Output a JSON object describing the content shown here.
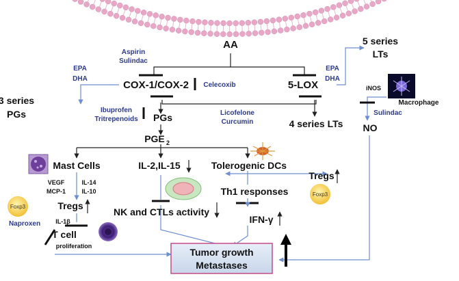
{
  "colors": {
    "arrow_blue": "#6d8fcf",
    "drug_text": "#2b3a8f",
    "membrane_pink": "#e9a7c7",
    "box_fill": "#d8e3f0",
    "box_border": "#c64a8a"
  },
  "labels": {
    "aa": "AA",
    "five_series_lts_line1": "5 series",
    "five_series_lts_line2": "LTs",
    "cox": "COX-1/COX-2",
    "lox": "5-LOX",
    "three_series_pgs_line1": "3 series",
    "three_series_pgs_line2": "PGs",
    "pgs": "PGs",
    "four_series_lts": "4 series LTs",
    "pge2_main": "PGE",
    "pge2_sub": "2",
    "no": "NO",
    "inos": "iNOS",
    "macrophage": "Macrophage",
    "mast_cells": "Mast Cells",
    "il2_il15": "IL-2,IL-15",
    "tolerogenic_dcs": "Tolerogenic DCs",
    "vegf": "VEGF",
    "mcp1": "MCP-1",
    "il14": "IL-14",
    "il10": "IL-10",
    "tregs_left": "Tregs",
    "tregs_right": "Tregs",
    "foxp3_left": "Foxp3",
    "foxp3_right": "Foxp3",
    "th1": "Th1 responses",
    "nk_ctls": "NK and CTLs activity",
    "ifn": "IFN-γ",
    "il1b": "IL-1β",
    "t_cell": "T cell",
    "proliferation": "proliferation",
    "tumor_line1": "Tumor growth",
    "tumor_line2": "Metastases"
  },
  "drugs": {
    "aspirin": "Aspirin",
    "sulindac_top": "Sulindac",
    "epa_left": "EPA",
    "dha_left": "DHA",
    "celecoxib": "Celecoxib",
    "epa_right": "EPA",
    "dha_right": "DHA",
    "ibuprofen": "Ibuprofen",
    "tritrepenoids": "Tritrepenoids",
    "licofelone": "Licofelone",
    "curcumin": "Curcumin",
    "sulindac_right": "Sulindac",
    "naproxen": "Naproxen"
  }
}
